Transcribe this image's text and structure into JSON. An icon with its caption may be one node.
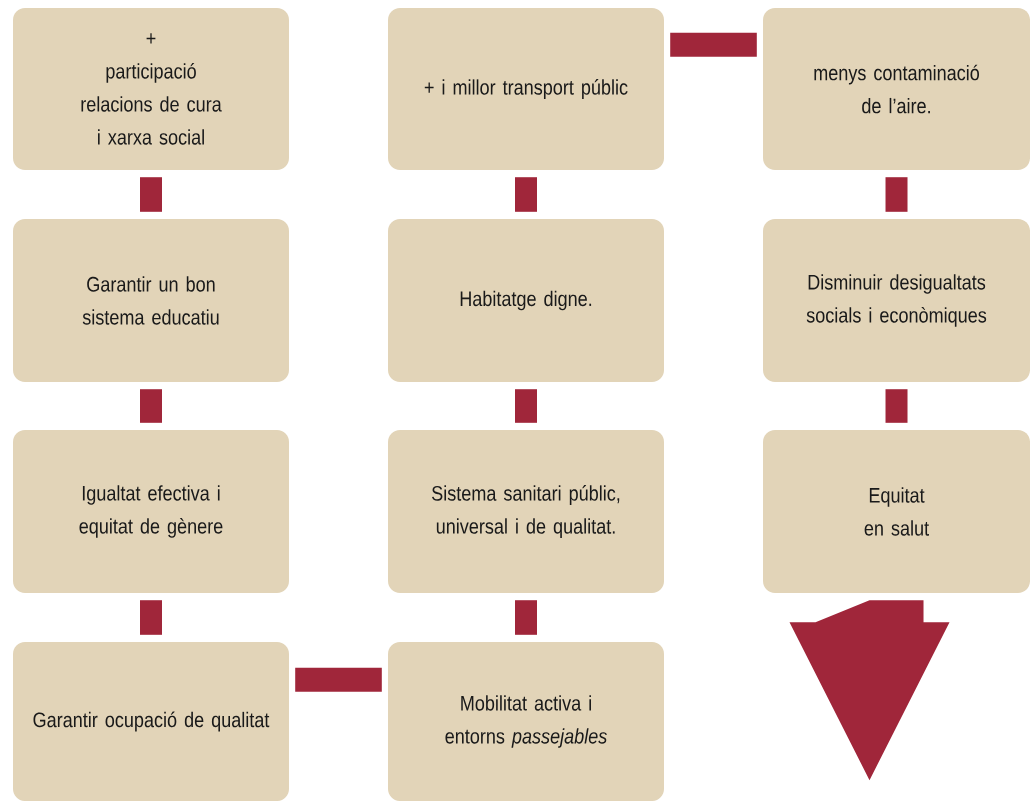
{
  "diagram": {
    "nodes": [
      {
        "text": [
          "+",
          "participació",
          "relacions de cura i xarxa social"
        ]
      },
      {
        "text": [
          "+ i millor transport públic"
        ]
      },
      {
        "text": [
          "menys contaminació de l’aire."
        ]
      },
      {
        "text": [
          "Garantir un bon sistema educatiu"
        ]
      },
      {
        "text": [
          "Habitatge digne."
        ]
      },
      {
        "text": [
          "Disminuir desigualtats socials i econòmiques"
        ]
      },
      {
        "text": [
          "Igualtat efectiva i equitat de gènere"
        ]
      },
      {
        "text": [
          "Sistema sanitari públic, universal i de qualitat."
        ]
      },
      {
        "text": [
          "Equitat",
          "en salut"
        ]
      },
      {
        "text": [
          "Garantir ocupació de qualitat"
        ]
      },
      {
        "text": [
          "Mobilitat activa i entorns *passejables*"
        ]
      }
    ],
    "edges": [
      {
        "from": 0,
        "to": 3,
        "arrow": "none"
      },
      {
        "from": 3,
        "to": 6,
        "arrow": "none"
      },
      {
        "from": 6,
        "to": 9,
        "arrow": "none"
      },
      {
        "from": 9,
        "to": 10,
        "arrow": "none"
      },
      {
        "from": 10,
        "to": 7,
        "arrow": "none"
      },
      {
        "from": 7,
        "to": 4,
        "arrow": "none"
      },
      {
        "from": 4,
        "to": 1,
        "arrow": "none"
      },
      {
        "from": 1,
        "to": 2,
        "arrow": "none"
      },
      {
        "from": 2,
        "to": 5,
        "arrow": "none"
      },
      {
        "from": 5,
        "to": 8,
        "arrow": "none"
      },
      {
        "from": 8,
        "to": null,
        "arrow": "to"
      }
    ]
  }
}
